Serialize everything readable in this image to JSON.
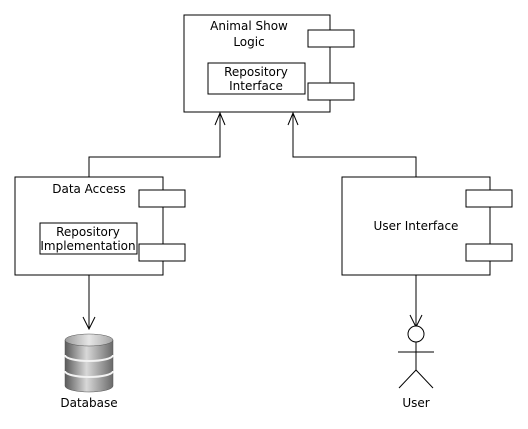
{
  "components": {
    "logic": {
      "title_line1": "Animal Show",
      "title_line2": "Logic",
      "inner_line1": "Repository",
      "inner_line2": "Interface"
    },
    "data_access": {
      "title": "Data Access",
      "inner_line1": "Repository",
      "inner_line2": "Implementation"
    },
    "user_interface": {
      "title": "User Interface"
    }
  },
  "external": {
    "database_label": "Database",
    "user_label": "User"
  },
  "colors": {
    "line": "#000000",
    "background": "#ffffff",
    "db_dark": "#5f5f5f",
    "db_light": "#d9d9d9"
  }
}
